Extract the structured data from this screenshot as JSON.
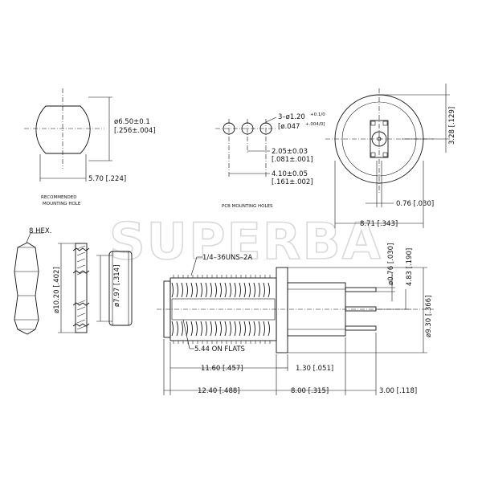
{
  "watermark": "SUPERBA",
  "labels": {
    "mount_hole_dia": "ø6.50±0.1",
    "mount_hole_dia_in": "[.256±.004]",
    "mount_hole_width": "5.70 [.224]",
    "recommended_line1": "RECOMMENDED",
    "recommended_line2": "MOUNTING HOLE",
    "pcb_holes_dia": "3–ø1.20",
    "pcb_holes_dia_tol": "+0.1/0",
    "pcb_holes_dia_in": "[ø.047",
    "pcb_holes_dia_in_tol": "+.004/0]",
    "pcb_spacing_1": "2.05±0.03",
    "pcb_spacing_1_in": "[.081±.001]",
    "pcb_spacing_2": "4.10±0.05",
    "pcb_spacing_2_in": "[.161±.002]",
    "pcb_title": "PCB MOUNTING HOLES",
    "front_height": "3.28 [.129]",
    "front_pin": "0.76 [.030]",
    "front_width": "8.71 [.343]",
    "hex": "8 HEX.",
    "nut_dia": "ø10.20 [.402]",
    "washer_dia": "ø7.97 [.314]",
    "thread": "1/4–36UNS–2A",
    "flats": "5.44 ON FLATS",
    "len_thread": "11.60 [.457]",
    "len_flange": "1.30 [.051]",
    "len_total": "12.40 [.488]",
    "len_body": "8.00 [.315]",
    "len_pins": "3.00 [.118]",
    "pin_dia": "ø0.76 [.030]",
    "pin_span": "4.83 [.190]",
    "flange_dia": "ø9.30 [.366]"
  },
  "icons": {
    "hex_nut": "hex-nut-icon",
    "lock_washer": "lock-washer-icon",
    "flat_washer": "flat-washer-icon",
    "connector": "sma-connector-icon"
  }
}
